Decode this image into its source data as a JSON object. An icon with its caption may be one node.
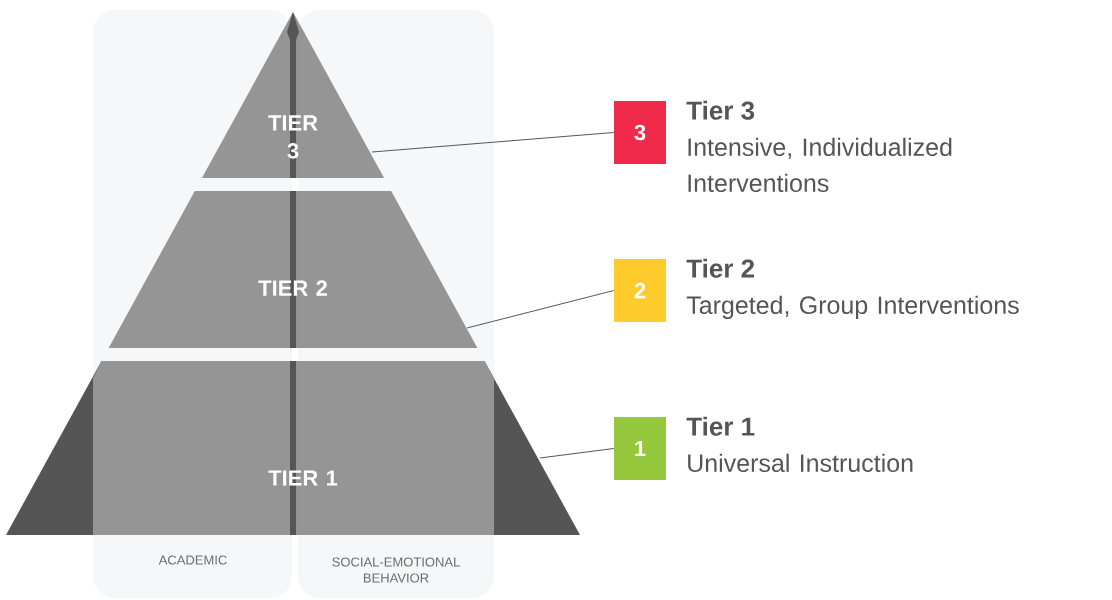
{
  "diagram": {
    "nodes": [
      {
        "text": [
          "ACADEMIC"
        ]
      },
      {
        "text": [
          "SOCIAL-EMOTIONAL BEHAVIOR"
        ]
      },
      {
        "text": [
          "TIER 3"
        ]
      },
      {
        "text": [
          "TIER 2"
        ]
      },
      {
        "text": [
          "TIER 1"
        ]
      },
      {
        "text": [
          "3"
        ],
        "beside": [
          "Tier 3",
          "Intensive, Individualized Interventions"
        ]
      },
      {
        "text": [
          "2"
        ],
        "beside": [
          "Tier 2",
          "Targeted, Group Interventions"
        ]
      },
      {
        "text": [
          "1"
        ],
        "beside": [
          "Tier 1",
          "Universal Instruction"
        ]
      }
    ],
    "edges": [
      {
        "from": 2,
        "to": 5,
        "arrow": "none"
      },
      {
        "from": 3,
        "to": 6,
        "arrow": "none"
      },
      {
        "from": 4,
        "to": 7,
        "arrow": "none"
      }
    ]
  }
}
